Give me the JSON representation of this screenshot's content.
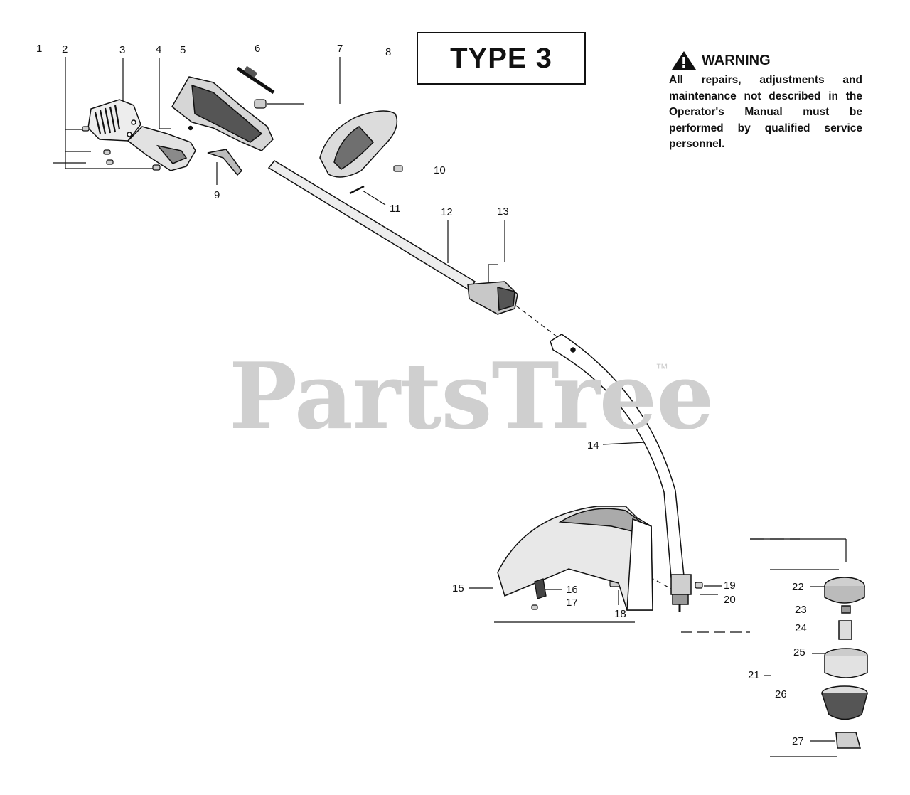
{
  "type_label": "TYPE 3",
  "warning": {
    "title": "WARNING",
    "text": "All repairs, adjustments and maintenance not described in the Operator's Manual must be performed by qualified service personnel."
  },
  "watermark": {
    "text": "PartsTree",
    "tm": "™"
  },
  "part_numbers": [
    "1",
    "2",
    "3",
    "4",
    "5",
    "6",
    "7",
    "8",
    "9",
    "10",
    "11",
    "12",
    "13",
    "14",
    "15",
    "16",
    "17",
    "18",
    "19",
    "20",
    "21",
    "22",
    "23",
    "24",
    "25",
    "26",
    "27"
  ],
  "icons": {
    "warning": "warning-triangle-icon"
  }
}
